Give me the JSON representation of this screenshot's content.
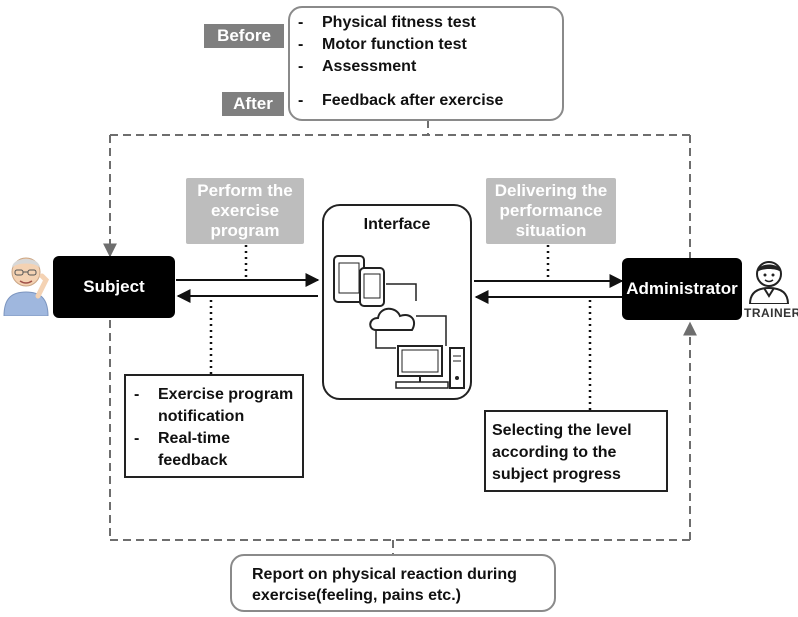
{
  "top": {
    "before_tag": "Before",
    "after_tag": "After",
    "before_items": [
      "Physical fitness test",
      "Motor function test",
      "Assessment"
    ],
    "after_items": [
      "Feedback after exercise"
    ]
  },
  "labels": {
    "perform": "Perform the exercise program",
    "delivering": "Delivering the performance situation"
  },
  "nodes": {
    "subject": "Subject",
    "interface": "Interface",
    "administrator": "Administrator",
    "trainer_caption": "TRAINER"
  },
  "subject_box": {
    "items": [
      "Exercise program notification",
      "Real-time feedback"
    ]
  },
  "admin_box": {
    "text": "Selecting the level according to the subject progress"
  },
  "bottom": {
    "text": "Report on physical reaction during exercise(feeling, pains etc.)"
  },
  "colors": {
    "tag_gray": "#7f7f7f",
    "label_gray": "#bdbdbd",
    "dash_gray": "#6e6e6e",
    "node_black": "#000000"
  }
}
